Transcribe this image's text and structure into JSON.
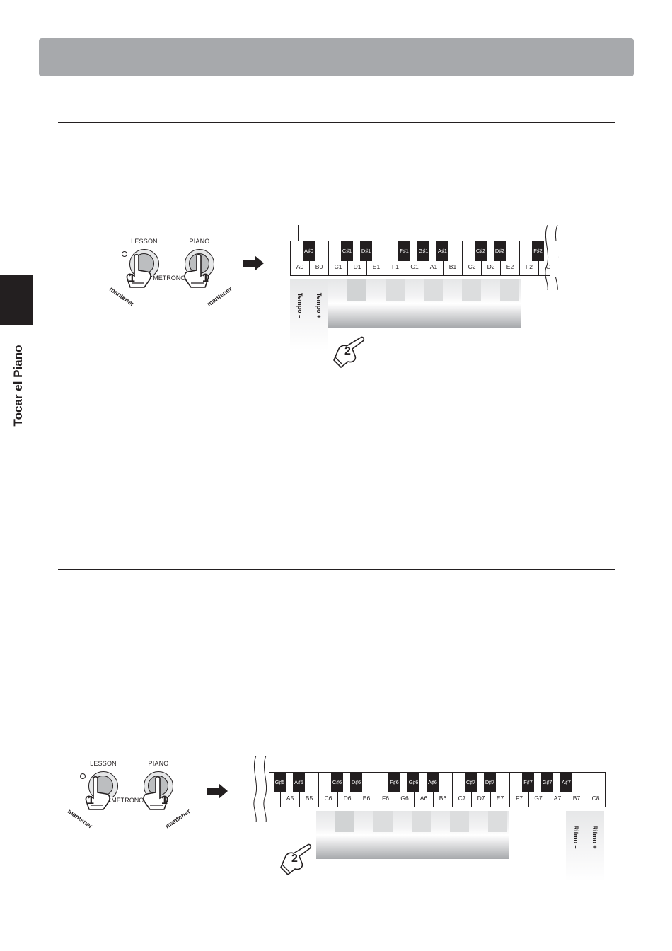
{
  "sidebar": {
    "label": "Tocar el Piano"
  },
  "panel": {
    "lesson_label": "LESSON",
    "piano_label": "PIANO",
    "metronome_label": "METRONOME",
    "hold_label": "mantener",
    "step1": "1",
    "step2": "2"
  },
  "keyboard_top": {
    "white_keys": [
      "A0",
      "B0",
      "C1",
      "D1",
      "E1",
      "F1",
      "G1",
      "A1",
      "B1",
      "C2",
      "D2",
      "E2",
      "F2",
      "G"
    ],
    "black_keys": [
      "A#0",
      "C#1",
      "D#1",
      "F#1",
      "G#1",
      "A#1",
      "C#2",
      "D#2",
      "F#2"
    ],
    "functions": [
      "Tempo –",
      "Tempo +"
    ]
  },
  "keyboard_bottom": {
    "white_keys": [
      "",
      "A5",
      "B5",
      "C6",
      "D6",
      "E6",
      "F6",
      "G6",
      "A6",
      "B6",
      "C7",
      "D7",
      "E7",
      "F7",
      "G7",
      "A7",
      "B7",
      "C8"
    ],
    "black_keys": [
      "G#5",
      "A#5",
      "C#6",
      "D#6",
      "F#6",
      "G#6",
      "A#6",
      "C#7",
      "D#7",
      "F#7",
      "G#7",
      "A#7"
    ],
    "functions": [
      "Ritmo –",
      "Ritmo +"
    ]
  },
  "colors": {
    "header": "#a7a9ac",
    "ink": "#231f20",
    "button": "#bcbec0"
  }
}
